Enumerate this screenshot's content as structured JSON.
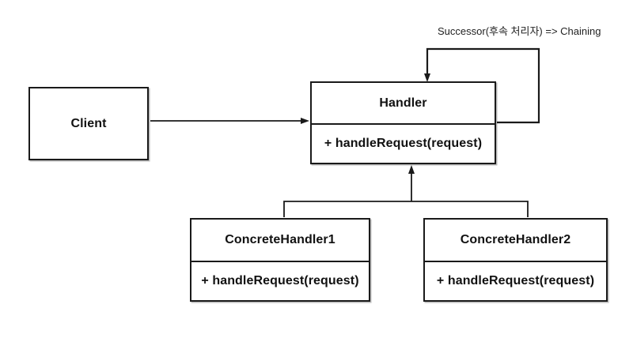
{
  "diagram": {
    "type": "uml-class-diagram",
    "annotation": "Successor(후속 처리자) => Chaining",
    "client": {
      "name": "Client"
    },
    "handler": {
      "name": "Handler",
      "method": "+ handleRequest(request)"
    },
    "concrete_handler_1": {
      "name": "ConcreteHandler1",
      "method": "+ handleRequest(request)"
    },
    "concrete_handler_2": {
      "name": "ConcreteHandler2",
      "method": "+ handleRequest(request)"
    },
    "colors": {
      "line": "#1a1a1a",
      "background": "#ffffff",
      "text": "#111111"
    }
  }
}
